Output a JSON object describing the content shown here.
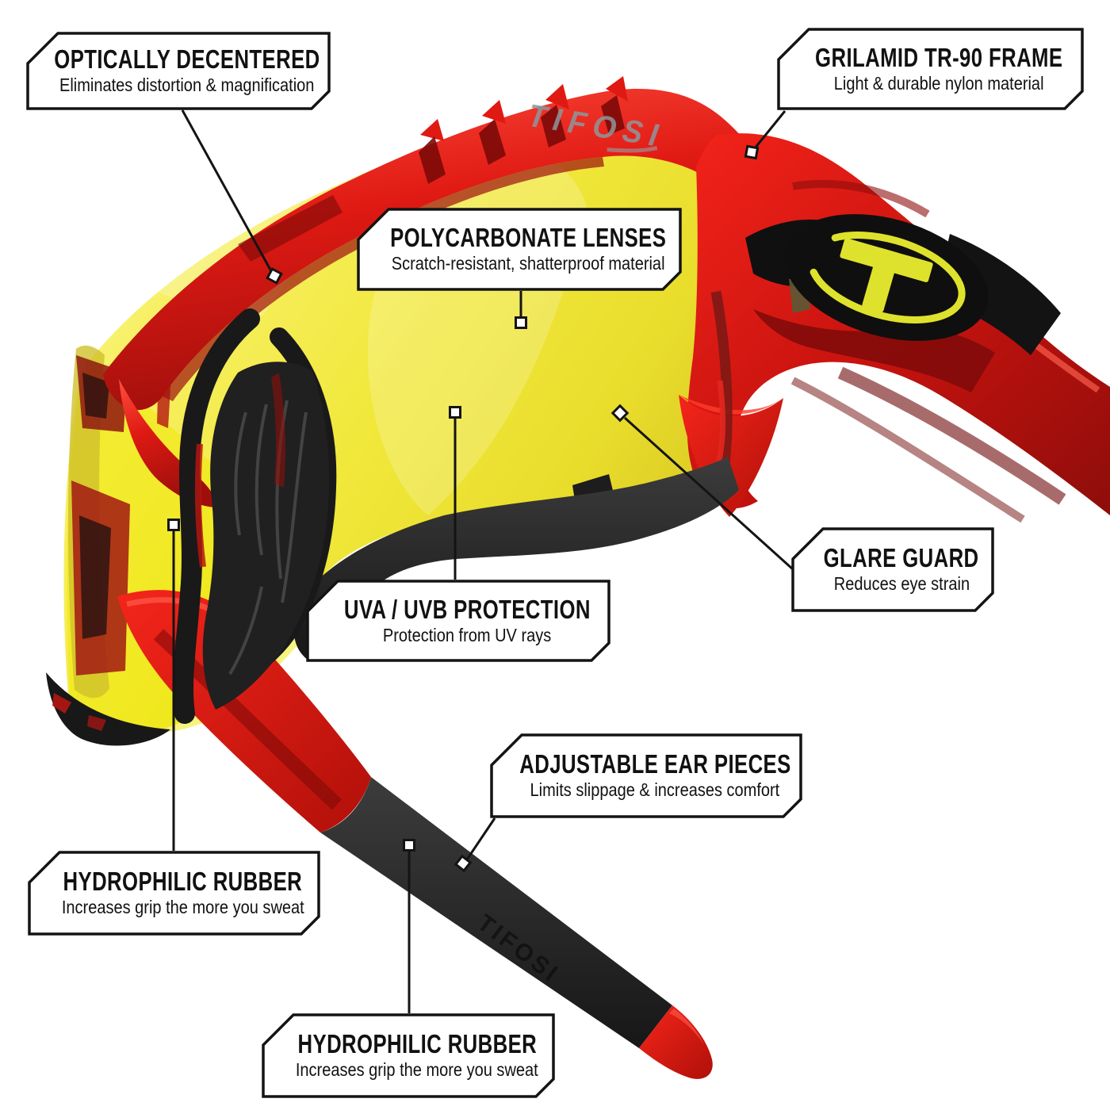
{
  "product": {
    "brand_lens_logo": "TIFOSI",
    "brand_arm_logo": "TIFOSI",
    "colors": {
      "lens_yellow": "#F1E83B",
      "frame_red": "#D91712",
      "frame_black": "#1A1A1A",
      "logo_yellow": "#DFE22C",
      "callout_line": "#141414",
      "background": "#FFFFFF"
    }
  },
  "callouts": [
    {
      "id": "optically-decentered",
      "title": "OPTICALLY DECENTERED",
      "subtitle": "Eliminates distortion & magnification"
    },
    {
      "id": "grilamid-tr90-frame",
      "title": "GRILAMID TR-90 FRAME",
      "subtitle": "Light & durable nylon material"
    },
    {
      "id": "polycarbonate-lenses",
      "title": "POLYCARBONATE LENSES",
      "subtitle": "Scratch-resistant, shatterproof material"
    },
    {
      "id": "glare-guard",
      "title": "GLARE GUARD",
      "subtitle": "Reduces eye strain"
    },
    {
      "id": "uva-uvb-protection",
      "title": "UVA / UVB PROTECTION",
      "subtitle": "Protection from UV rays"
    },
    {
      "id": "adjustable-ear-pieces",
      "title": "ADJUSTABLE EAR PIECES",
      "subtitle": "Limits slippage & increases comfort"
    },
    {
      "id": "hydrophilic-rubber-nose",
      "title": "HYDROPHILIC RUBBER",
      "subtitle": "Increases grip the more you sweat"
    },
    {
      "id": "hydrophilic-rubber-temple",
      "title": "HYDROPHILIC RUBBER",
      "subtitle": "Increases grip the more you sweat"
    }
  ]
}
